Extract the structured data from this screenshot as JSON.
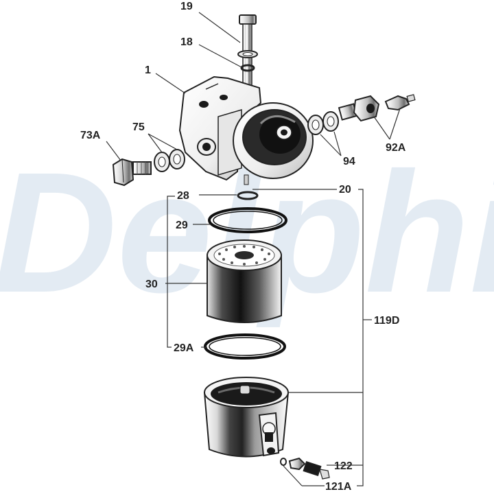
{
  "watermark": {
    "text": "Delphi",
    "color": "#e3ebf3"
  },
  "labels": {
    "l19": "19",
    "l18": "18",
    "l1": "1",
    "l75": "75",
    "l73A": "73A",
    "l94": "94",
    "l92A": "92A",
    "l28": "28",
    "l20": "20",
    "l29": "29",
    "l30": "30",
    "l119D": "119D",
    "l29A": "29A",
    "l122": "122",
    "l121A": "121A"
  },
  "colors": {
    "outline": "#222222",
    "dark": "#1a1a1a",
    "metal_light": "#f2f2f2",
    "metal_mid": "#cfcfcf",
    "metal_dark": "#7a7a7a"
  }
}
